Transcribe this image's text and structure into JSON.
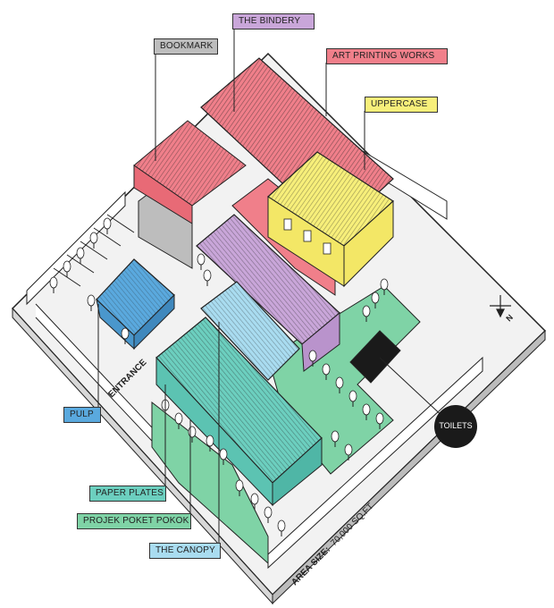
{
  "labels": {
    "bindery": "THE BINDERY",
    "bookmark": "BOOKMARK",
    "art_printing": "ART PRINTING WORKS",
    "uppercase": "UPPERCASE",
    "pulp": "PULP",
    "paper_plates": "PAPER PLATES",
    "projek": "PROJEK POKET POKOK",
    "canopy": "THE CANOPY",
    "toilets": "TOILETS",
    "entrance": "ENTRANCE"
  },
  "area": {
    "label": "AREA SIZE:",
    "value": "70,000 SQ.FT"
  },
  "compass": {
    "north": "N"
  },
  "colors": {
    "bindery": "#c9a6d9",
    "bookmark": "#bdbdbd",
    "art_printing": "#f07f8a",
    "uppercase": "#f7ef7a",
    "pulp": "#5aa9de",
    "paper_plates": "#6ccfbf",
    "projek": "#7fd3a6",
    "canopy": "#a9dcf0",
    "toilets": "#1a1a1a"
  }
}
